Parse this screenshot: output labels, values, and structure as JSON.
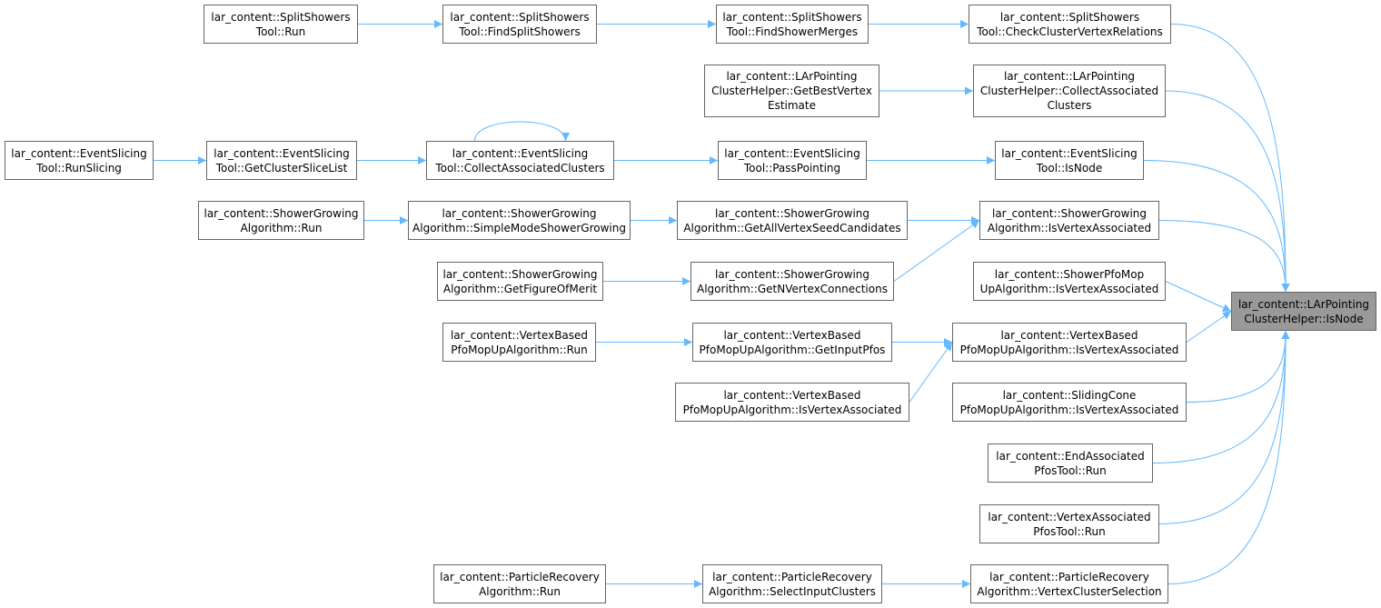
{
  "colors": {
    "edge": "#63b8ff",
    "node_border": "#666666",
    "root_fill": "#999999"
  },
  "nodes": [
    {
      "id": "n0",
      "lines": [
        "lar_content::LArPointing",
        "ClusterHelper::IsNode"
      ],
      "root": true
    },
    {
      "id": "n1",
      "lines": [
        "lar_content::SplitShowers",
        "Tool::CheckClusterVertexRelations"
      ]
    },
    {
      "id": "n2",
      "lines": [
        "lar_content::SplitShowers",
        "Tool::FindShowerMerges"
      ]
    },
    {
      "id": "n3",
      "lines": [
        "lar_content::SplitShowers",
        "Tool::FindSplitShowers"
      ]
    },
    {
      "id": "n4",
      "lines": [
        "lar_content::SplitShowers",
        "Tool::Run"
      ]
    },
    {
      "id": "n5",
      "lines": [
        "lar_content::LArPointing",
        "ClusterHelper::CollectAssociated",
        "Clusters"
      ]
    },
    {
      "id": "n6",
      "lines": [
        "lar_content::LArPointing",
        "ClusterHelper::GetBestVertex",
        "Estimate"
      ]
    },
    {
      "id": "n7",
      "lines": [
        "lar_content::EventSlicing",
        "Tool::IsNode"
      ]
    },
    {
      "id": "n8",
      "lines": [
        "lar_content::EventSlicing",
        "Tool::PassPointing"
      ]
    },
    {
      "id": "n9",
      "lines": [
        "lar_content::EventSlicing",
        "Tool::CollectAssociatedClusters"
      ]
    },
    {
      "id": "n10",
      "lines": [
        "lar_content::EventSlicing",
        "Tool::GetClusterSliceList"
      ]
    },
    {
      "id": "n11",
      "lines": [
        "lar_content::EventSlicing",
        "Tool::RunSlicing"
      ]
    },
    {
      "id": "n12",
      "lines": [
        "lar_content::ShowerGrowing",
        "Algorithm::IsVertexAssociated"
      ]
    },
    {
      "id": "n13",
      "lines": [
        "lar_content::ShowerGrowing",
        "Algorithm::GetAllVertexSeedCandidates"
      ]
    },
    {
      "id": "n14",
      "lines": [
        "lar_content::ShowerGrowing",
        "Algorithm::SimpleModeShowerGrowing"
      ]
    },
    {
      "id": "n15",
      "lines": [
        "lar_content::ShowerGrowing",
        "Algorithm::Run"
      ]
    },
    {
      "id": "n16",
      "lines": [
        "lar_content::ShowerGrowing",
        "Algorithm::GetNVertexConnections"
      ]
    },
    {
      "id": "n17",
      "lines": [
        "lar_content::ShowerGrowing",
        "Algorithm::GetFigureOfMerit"
      ]
    },
    {
      "id": "n18",
      "lines": [
        "lar_content::ShowerPfoMop",
        "UpAlgorithm::IsVertexAssociated"
      ]
    },
    {
      "id": "n19",
      "lines": [
        "lar_content::VertexBased",
        "PfoMopUpAlgorithm::IsVertexAssociated"
      ]
    },
    {
      "id": "n20",
      "lines": [
        "lar_content::VertexBased",
        "PfoMopUpAlgorithm::GetInputPfos"
      ]
    },
    {
      "id": "n21",
      "lines": [
        "lar_content::VertexBased",
        "PfoMopUpAlgorithm::Run"
      ]
    },
    {
      "id": "n22",
      "lines": [
        "lar_content::VertexBased",
        "PfoMopUpAlgorithm::IsVertexAssociated"
      ]
    },
    {
      "id": "n23",
      "lines": [
        "lar_content::SlidingCone",
        "PfoMopUpAlgorithm::IsVertexAssociated"
      ]
    },
    {
      "id": "n24",
      "lines": [
        "lar_content::EndAssociated",
        "PfosTool::Run"
      ]
    },
    {
      "id": "n25",
      "lines": [
        "lar_content::VertexAssociated",
        "PfosTool::Run"
      ]
    },
    {
      "id": "n26",
      "lines": [
        "lar_content::ParticleRecovery",
        "Algorithm::VertexClusterSelection"
      ]
    },
    {
      "id": "n27",
      "lines": [
        "lar_content::ParticleRecovery",
        "Algorithm::SelectInputClusters"
      ]
    },
    {
      "id": "n28",
      "lines": [
        "lar_content::ParticleRecovery",
        "Algorithm::Run"
      ]
    }
  ],
  "edges": [
    [
      "n1",
      "n0"
    ],
    [
      "n2",
      "n1"
    ],
    [
      "n3",
      "n2"
    ],
    [
      "n4",
      "n3"
    ],
    [
      "n5",
      "n0"
    ],
    [
      "n6",
      "n5"
    ],
    [
      "n7",
      "n0"
    ],
    [
      "n8",
      "n7"
    ],
    [
      "n9",
      "n8"
    ],
    [
      "n9",
      "n9"
    ],
    [
      "n10",
      "n9"
    ],
    [
      "n11",
      "n10"
    ],
    [
      "n12",
      "n0"
    ],
    [
      "n13",
      "n12"
    ],
    [
      "n14",
      "n13"
    ],
    [
      "n15",
      "n14"
    ],
    [
      "n16",
      "n12"
    ],
    [
      "n17",
      "n16"
    ],
    [
      "n18",
      "n0"
    ],
    [
      "n19",
      "n0"
    ],
    [
      "n20",
      "n19"
    ],
    [
      "n21",
      "n20"
    ],
    [
      "n22",
      "n19"
    ],
    [
      "n23",
      "n0"
    ],
    [
      "n24",
      "n0"
    ],
    [
      "n25",
      "n0"
    ],
    [
      "n26",
      "n0"
    ],
    [
      "n27",
      "n26"
    ],
    [
      "n28",
      "n27"
    ]
  ]
}
